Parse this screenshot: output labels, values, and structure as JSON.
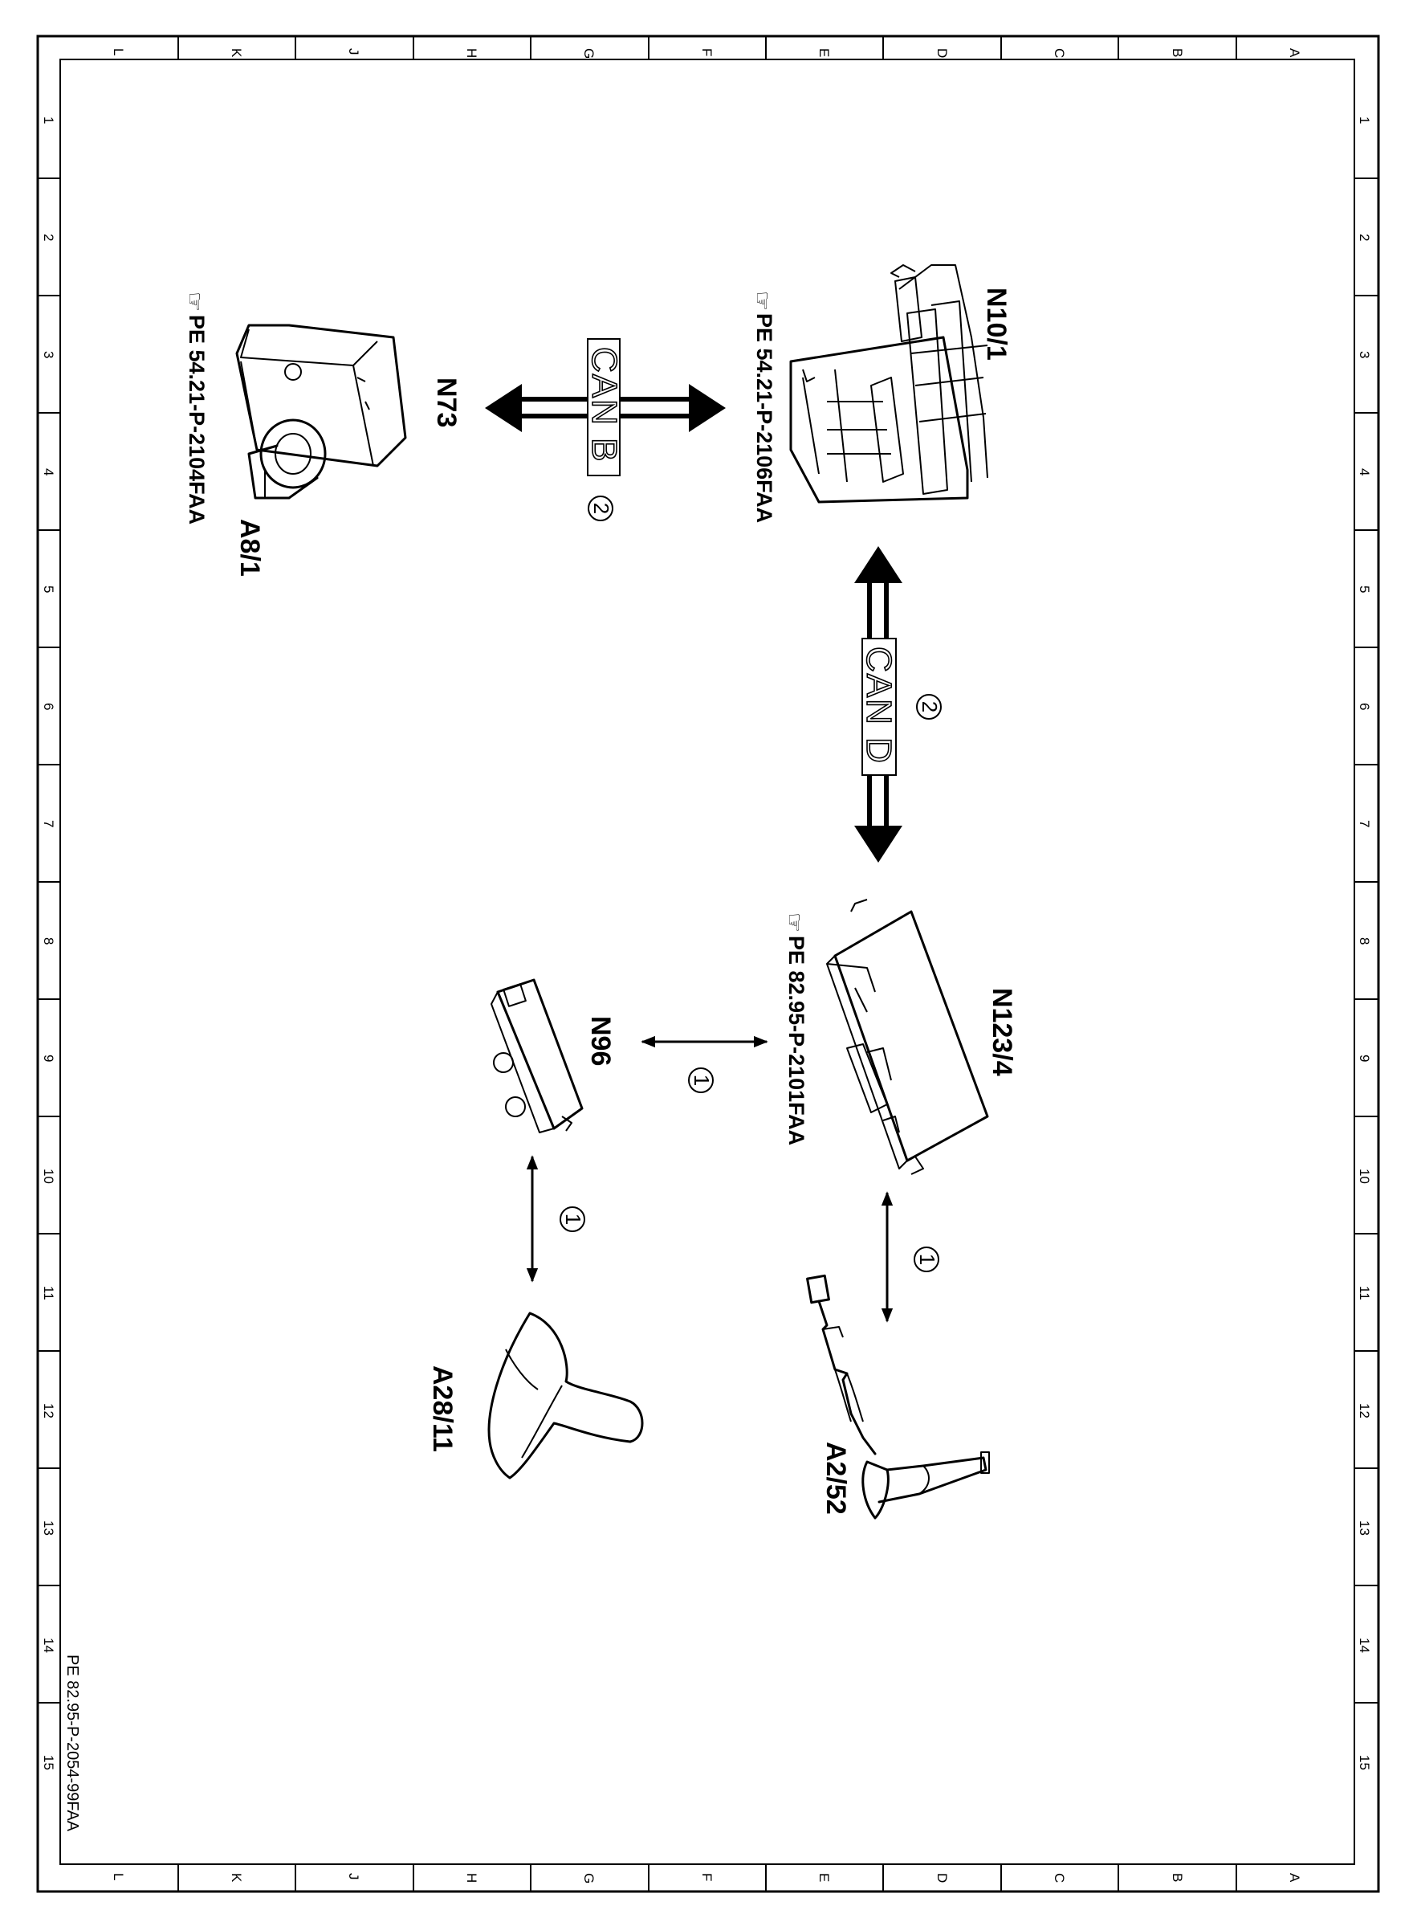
{
  "border": {
    "letters_top": [
      "L",
      "K",
      "J",
      "H",
      "G",
      "F",
      "E",
      "D",
      "C",
      "B",
      "A"
    ],
    "letters_bottom": [
      "L",
      "K",
      "J",
      "H",
      "G",
      "F",
      "E",
      "D",
      "C",
      "B",
      "A"
    ],
    "numbers_left": [
      "1",
      "2",
      "3",
      "4",
      "5",
      "6",
      "7",
      "8",
      "9",
      "10",
      "11",
      "12",
      "13",
      "14",
      "15"
    ],
    "numbers_right": [
      "1",
      "2",
      "3",
      "4",
      "5",
      "6",
      "7",
      "8",
      "9",
      "10",
      "11",
      "12",
      "13",
      "14",
      "15"
    ]
  },
  "components": {
    "n10_1": {
      "label": "N10/1",
      "ref": "PE 54.21-P-2106FAA"
    },
    "n73": {
      "label": "N73"
    },
    "a8_1": {
      "label": "A8/1",
      "ref": "PE 54.21-P-2104FAA"
    },
    "n123_4": {
      "label": "N123/4",
      "ref": "PE 82.95-P-2101FAA"
    },
    "n96": {
      "label": "N96"
    },
    "a2_52": {
      "label": "A2/52"
    },
    "a28_11": {
      "label": "A28/11"
    }
  },
  "buses": {
    "can_b": {
      "label": "CAN B",
      "number": "2"
    },
    "can_d": {
      "label": "CAN D",
      "number": "2"
    },
    "link_n123_n96": {
      "number": "1"
    },
    "link_n96_a28": {
      "number": "1"
    },
    "link_n123_a2": {
      "number": "1"
    }
  },
  "document_number": "PE 82.95-P-2054-99FAA"
}
